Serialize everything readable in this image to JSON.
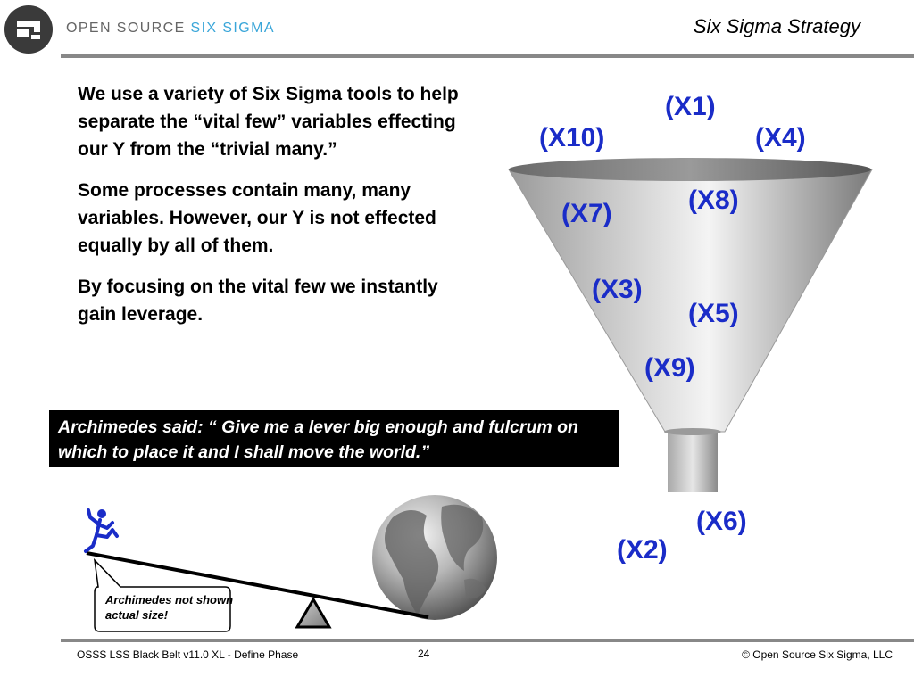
{
  "header": {
    "brand_primary": "OPEN SOURCE",
    "brand_accent": "SIX SIGMA",
    "title": "Six Sigma Strategy"
  },
  "body": {
    "paragraphs": [
      "We use a variety of Six Sigma tools to help separate the “vital few” variables effecting our Y from the “trivial many.”",
      "Some processes contain many, many variables.  However, our Y is not effected equally by all of them.",
      "By focusing on the vital few we instantly gain leverage."
    ]
  },
  "quote": "Archimedes said: “ Give me a lever big enough and fulcrum on which to place it and I shall move the world.”",
  "funnel_labels": {
    "x1": "(X1)",
    "x10": "(X10)",
    "x4": "(X4)",
    "x8": "(X8)",
    "x7": "(X7)",
    "x3": "(X3)",
    "x5": "(X5)",
    "x9": "(X9)",
    "x6": "(X6)",
    "x2": "(X2)"
  },
  "callout": "Archimedes not shown actual size!",
  "footer": {
    "left": "OSSS LSS Black Belt  v11.0 XL - Define Phase",
    "page": "24",
    "right": "© Open Source Six Sigma, LLC"
  },
  "colors": {
    "label_blue": "#1a2cc8",
    "brand_accent": "#3aa6d9",
    "rule_gray": "#888888"
  }
}
